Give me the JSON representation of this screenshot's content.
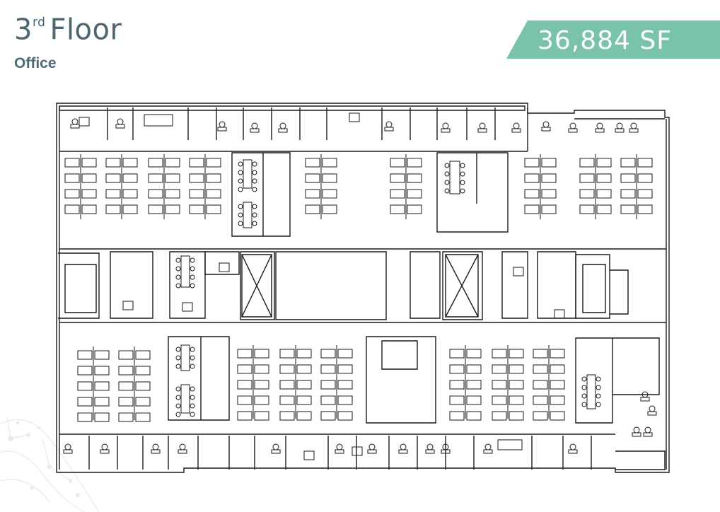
{
  "header": {
    "floor_number": "3",
    "floor_suffix": "rd",
    "floor_word": "Floor",
    "subtitle": "Office",
    "area": "36,884 SF"
  },
  "colors": {
    "title": "#4f6670",
    "subtitle": "#4d6a78",
    "badge": "#79c3ad",
    "plan_line": "#1a1a1a"
  },
  "icons": [
    "network-decoration-icon"
  ]
}
